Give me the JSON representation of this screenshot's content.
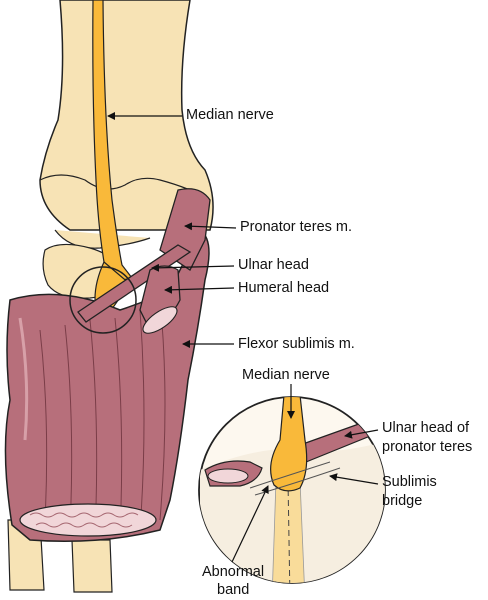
{
  "labels": {
    "median_nerve": "Median nerve",
    "pronator_teres": "Pronator teres m.",
    "ulnar_head": "Ulnar head",
    "humeral_head": "Humeral head",
    "flexor_sublimis": "Flexor sublimis m.",
    "inset_median_nerve": "Median nerve",
    "inset_ulnar_head_line1": "Ulnar head of",
    "inset_ulnar_head_line2": "pronator teres",
    "inset_sublimis_line1": "Sublimis",
    "inset_sublimis_line2": "bridge",
    "inset_band_line1": "Abnormal",
    "inset_band_line2": "band"
  },
  "colors": {
    "bone": "#f7e3b5",
    "nerve": "#f9b93a",
    "muscle": "#b76f7b",
    "muscle_light": "#d7a0a8",
    "outline": "#222222"
  }
}
